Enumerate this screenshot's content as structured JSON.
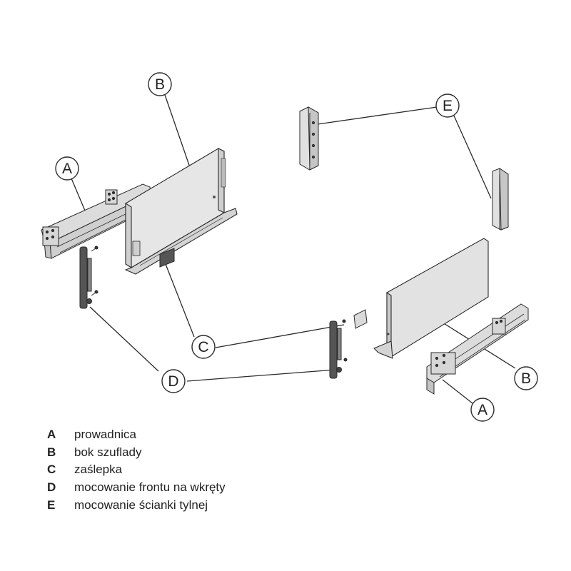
{
  "callouts": {
    "A": "A",
    "B": "B",
    "C": "C",
    "D": "D",
    "E": "E"
  },
  "legend": [
    {
      "key": "A",
      "text": "prowadnica"
    },
    {
      "key": "B",
      "text": "bok szuflady"
    },
    {
      "key": "C",
      "text": "zaślepka"
    },
    {
      "key": "D",
      "text": "mocowanie frontu na wkręty"
    },
    {
      "key": "E",
      "text": "mocowanie ścianki tylnej"
    }
  ],
  "colors": {
    "line": "#2a2a2a",
    "panel": "#e2e2e2",
    "panel_dark": "#c9c9c9",
    "rail": "#bdbdbd",
    "dark_part": "#555555"
  }
}
